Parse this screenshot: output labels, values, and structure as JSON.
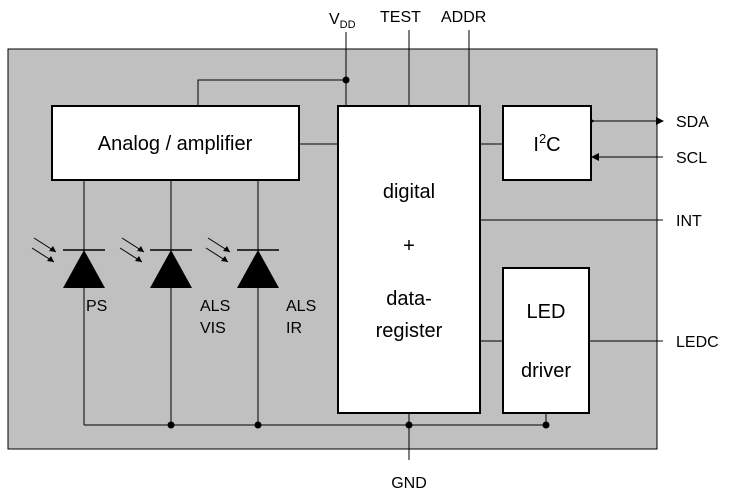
{
  "pins": {
    "vdd_main": "V",
    "vdd_sub": "DD",
    "test": "TEST",
    "addr": "ADDR",
    "sda": "SDA",
    "scl": "SCL",
    "int": "INT",
    "ledc": "LEDC",
    "gnd": "GND"
  },
  "blocks": {
    "analog": "Analog / amplifier",
    "i2c_main": "I",
    "i2c_sup": "2",
    "i2c_tail": "C",
    "digital_line1": "digital",
    "digital_line2": "+",
    "digital_line3": "data-",
    "digital_line4": "register",
    "led_line1": "LED",
    "led_line2": "driver"
  },
  "sensors": {
    "ps": "PS",
    "als_vis_line1": "ALS",
    "als_vis_line2": "VIS",
    "als_ir_line1": "ALS",
    "als_ir_line2": "IR"
  },
  "colors": {
    "chip_fill": "#c0c0c0",
    "block_fill": "#ffffff",
    "line": "#000000"
  }
}
